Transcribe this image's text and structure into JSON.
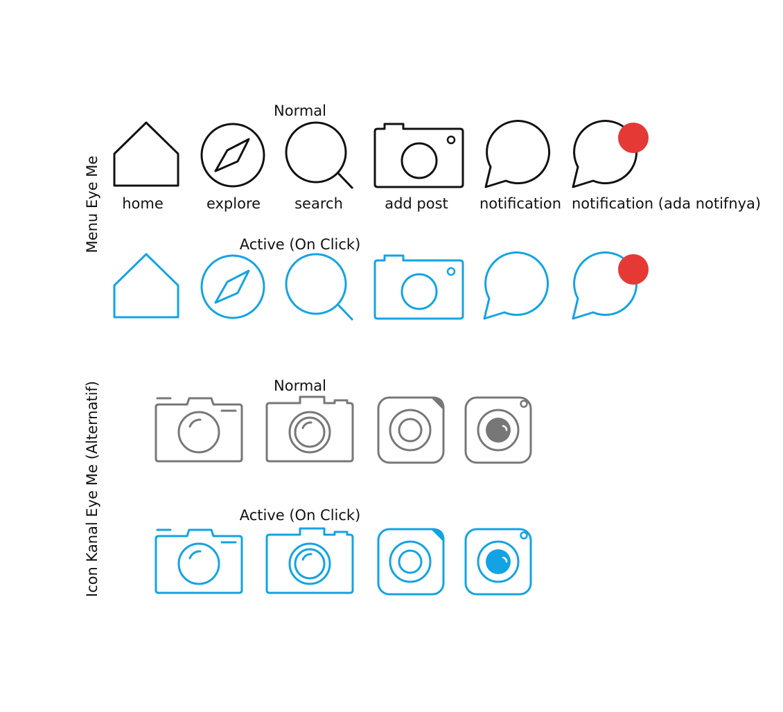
{
  "colors": {
    "normal": "#111111",
    "active": "#12a3e4",
    "alt_normal": "#777777",
    "alt_active": "#12a3e4",
    "notification_dot": "#e53935"
  },
  "menu": {
    "group_label": "Menu Eye Me",
    "normal_heading": "Normal",
    "active_heading": "Active (On Click)",
    "items": [
      {
        "icon": "home-icon",
        "label": "home"
      },
      {
        "icon": "compass-icon",
        "label": "explore"
      },
      {
        "icon": "search-icon",
        "label": "search"
      },
      {
        "icon": "camera-icon",
        "label": "add post"
      },
      {
        "icon": "speech-bubble-icon",
        "label": "notification"
      },
      {
        "icon": "speech-bubble-dot-icon",
        "label": "notification (ada notifnya)"
      }
    ]
  },
  "kanal": {
    "group_label": "Icon Kanal Eye Me (Alternatif)",
    "normal_heading": "Normal",
    "active_heading": "Active (On Click)",
    "items": [
      {
        "icon": "camera-lens-icon"
      },
      {
        "icon": "camera-double-lens-icon"
      },
      {
        "icon": "rounded-camera-icon"
      },
      {
        "icon": "rounded-camera-filled-lens-icon"
      }
    ]
  }
}
